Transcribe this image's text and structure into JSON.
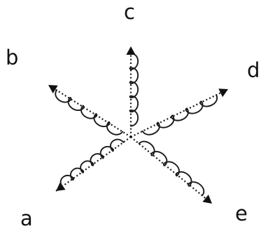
{
  "diagram": {
    "arms": [
      {
        "id": "a",
        "label": "a"
      },
      {
        "id": "b",
        "label": "b"
      },
      {
        "id": "c",
        "label": "c"
      },
      {
        "id": "d",
        "label": "d"
      },
      {
        "id": "e",
        "label": "e"
      }
    ]
  }
}
